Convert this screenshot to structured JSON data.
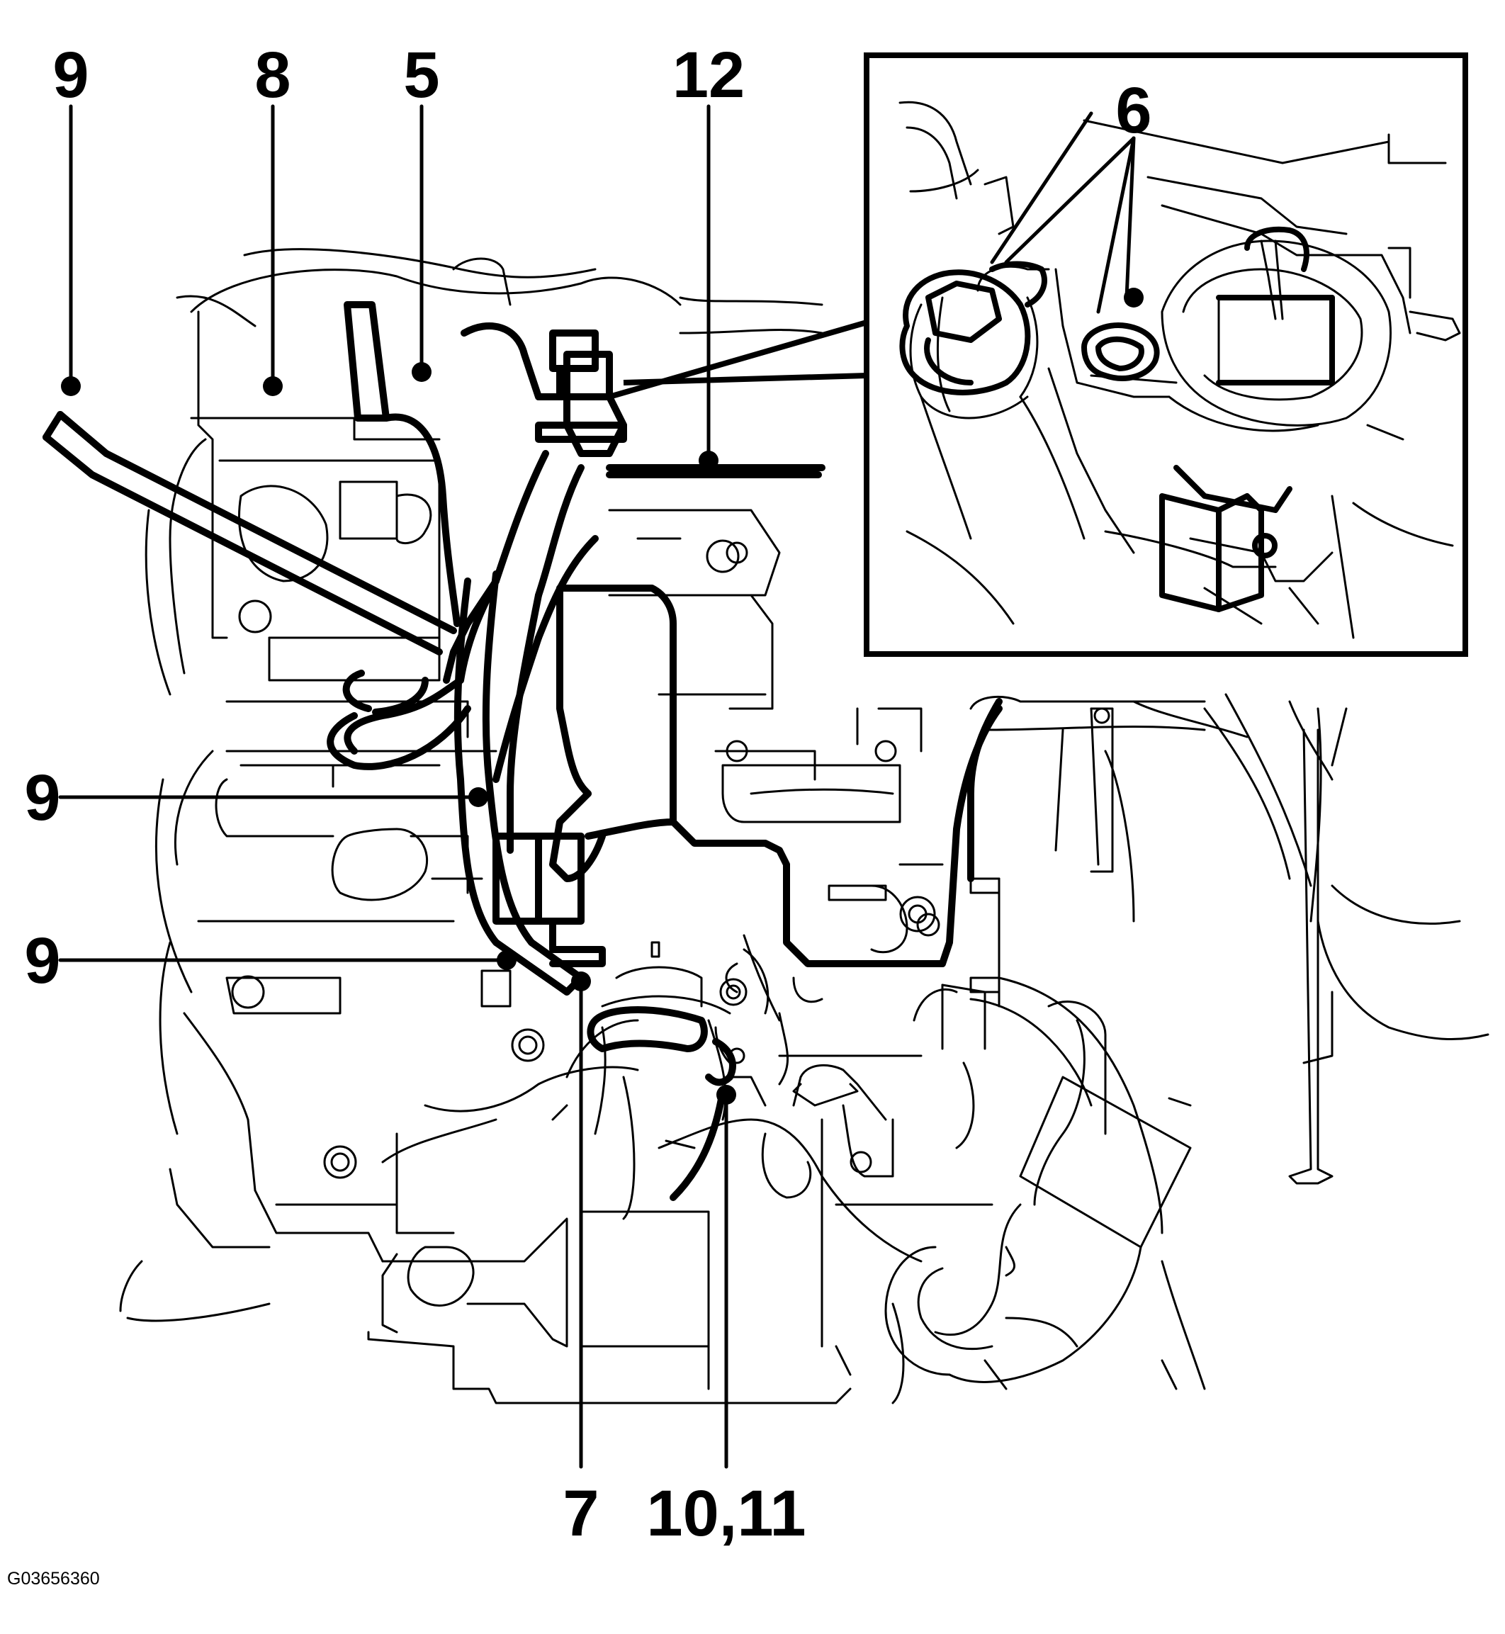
{
  "callouts": {
    "c9_top": "9",
    "c8": "8",
    "c5": "5",
    "c12": "12",
    "c6": "6",
    "c9_mid": "9",
    "c9_low": "9",
    "c7": "7",
    "c10_11": "10,11"
  },
  "figure_code": "G03656360",
  "colors": {
    "ink": "#000000",
    "paper": "#ffffff"
  }
}
